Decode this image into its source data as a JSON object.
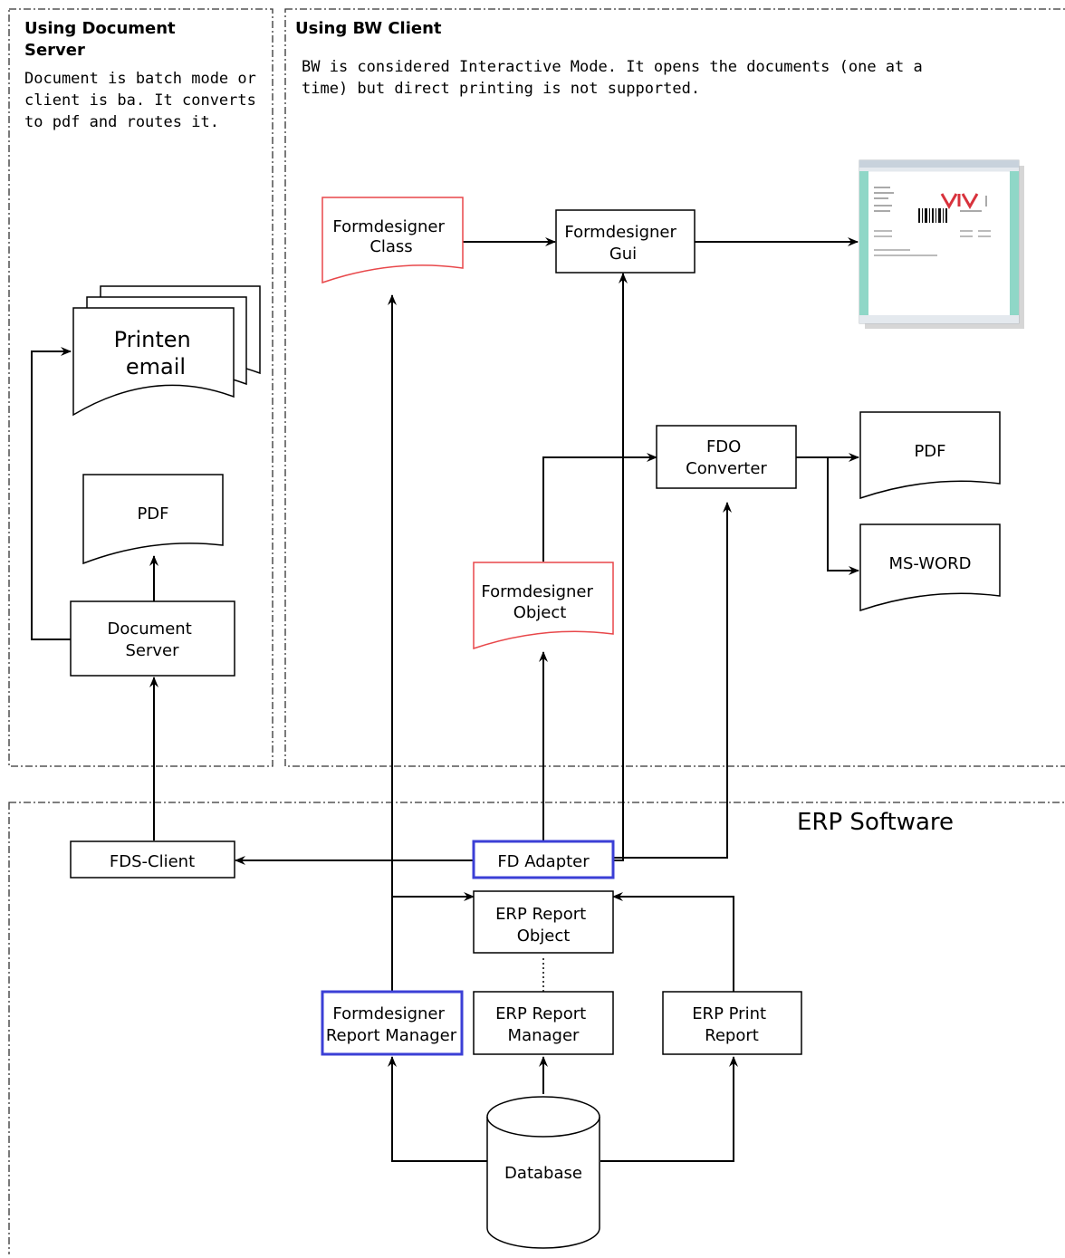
{
  "sections": {
    "document_server": {
      "title": "Using Document Server",
      "description": "Document is batch mode or client is ba. It converts to pdf and routes it."
    },
    "bw_client": {
      "title": "Using BW Client",
      "description": "BW is considered Interactive Mode. It opens the documents (one at a time) but direct printing is not supported."
    },
    "erp": {
      "title": "ERP Software"
    }
  },
  "nodes": {
    "printen": [
      "Printen",
      "email"
    ],
    "ds_pdf": [
      "PDF"
    ],
    "document_server": [
      "Document",
      "Server"
    ],
    "fds_client": [
      "FDS-Client"
    ],
    "fd_class": [
      "Formdesigner",
      "Class"
    ],
    "fd_gui": [
      "Formdesigner",
      "Gui"
    ],
    "fdo_converter": [
      "FDO",
      "Converter"
    ],
    "out_pdf": [
      "PDF"
    ],
    "out_word": [
      "MS-WORD"
    ],
    "fd_object": [
      "Formdesigner",
      "Object"
    ],
    "fd_adapter": [
      "FD Adapter"
    ],
    "erp_report_object": [
      "ERP Report",
      "Object"
    ],
    "fd_report_manager": [
      "Formdesigner",
      "Report Manager"
    ],
    "erp_report_manager": [
      "ERP Report",
      "Manager"
    ],
    "erp_print_report": [
      "ERP Print",
      "Report"
    ],
    "database": [
      "Database"
    ]
  },
  "colors": {
    "line": "#000000",
    "red": "#e8474a",
    "blue": "#3b3fd6",
    "dash": "#333333"
  }
}
